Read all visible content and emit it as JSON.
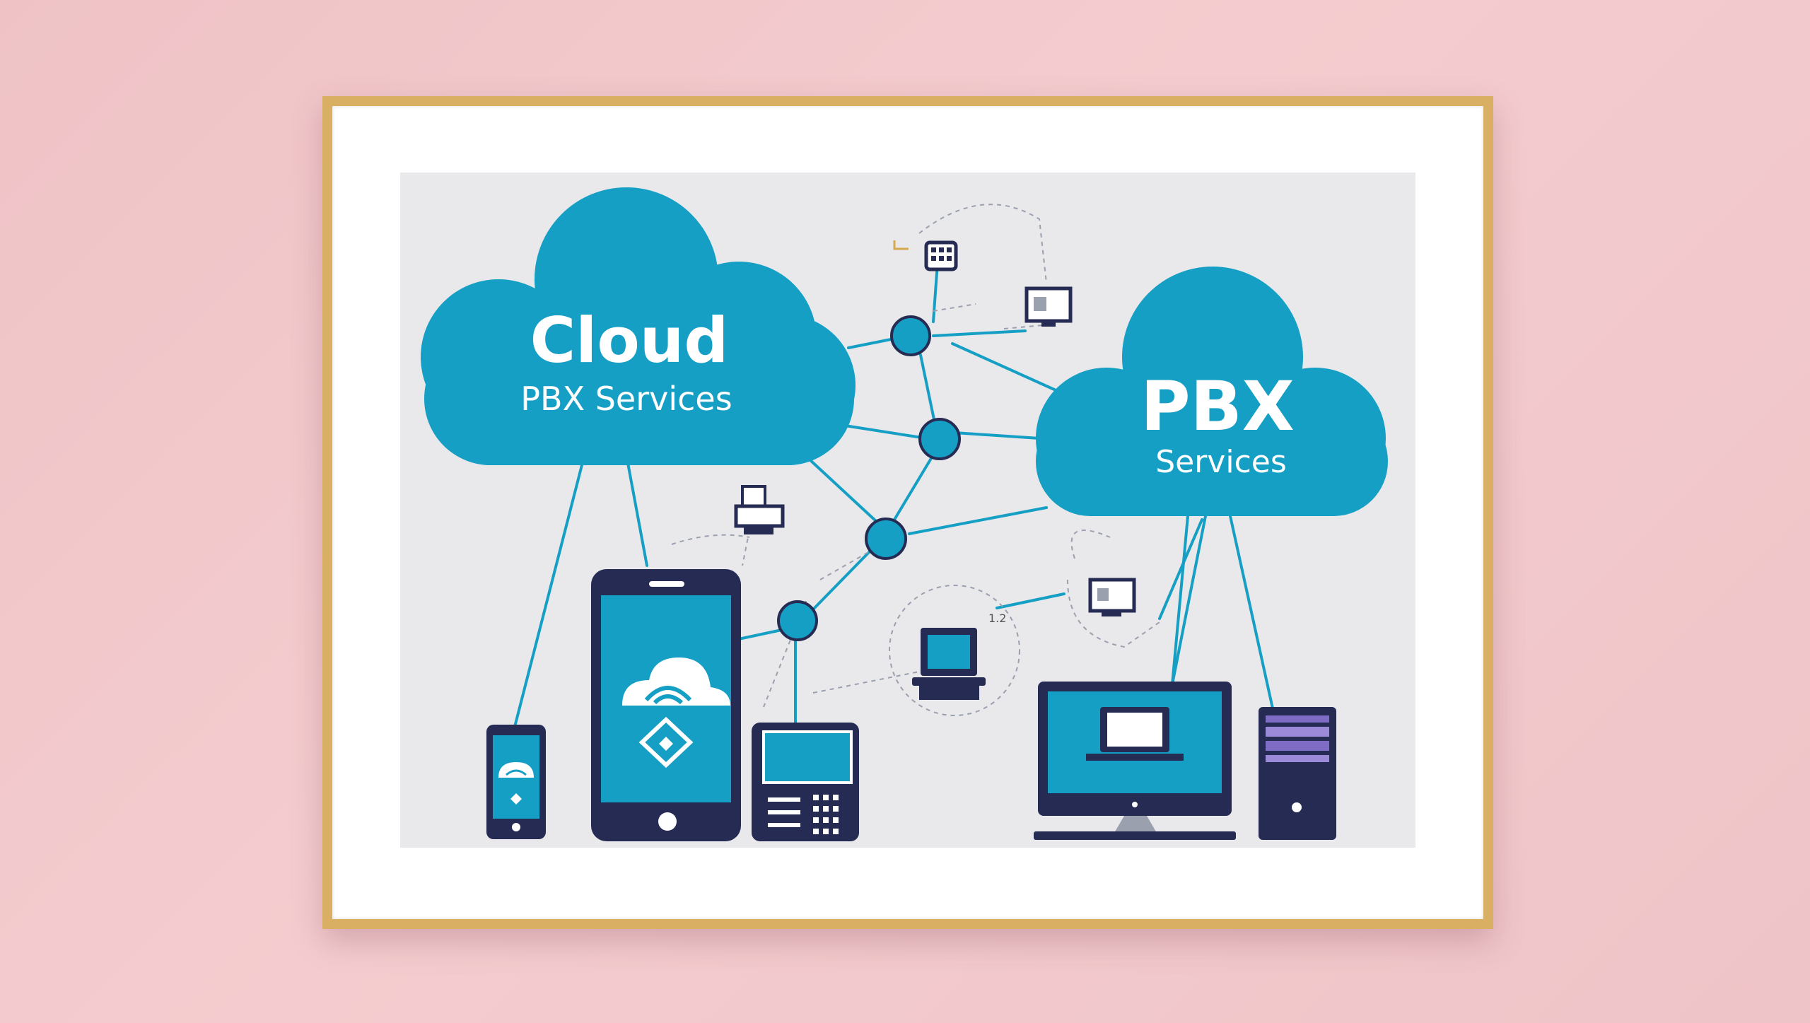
{
  "scene": {
    "wall_color": "#f2c7ca",
    "frame_color": "#d9b063",
    "poster_background": "#e9e9ec",
    "accent_color": "#169fc4",
    "device_color": "#252b52"
  },
  "poster": {
    "cloud_left": {
      "title": "Cloud",
      "subtitle": "PBX Services"
    },
    "cloud_right": {
      "title": "PBX",
      "subtitle": "Services"
    },
    "annotation": "1.2",
    "devices": [
      "small-smartphone",
      "smartphone",
      "desk-phone",
      "laptop",
      "desktop-monitor",
      "desktop-tower"
    ]
  }
}
